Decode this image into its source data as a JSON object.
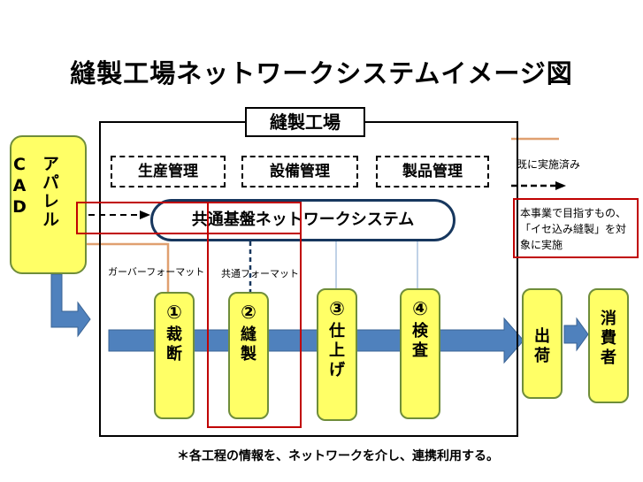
{
  "title": "縫製工場ネットワークシステムイメージ図",
  "factory": {
    "label": "縫製工場"
  },
  "management": [
    "生産管理",
    "設備管理",
    "製品管理"
  ],
  "apparel_cad": "アパレルCAD",
  "network": "共通基盤ネットワークシステム",
  "labels": {
    "gerber_format": "ガーバーフォーマット",
    "common_format": "共通フォーマット"
  },
  "steps": [
    {
      "num": "①",
      "name": "裁断"
    },
    {
      "num": "②",
      "name": "縫製"
    },
    {
      "num": "③",
      "name": "仕上げ"
    },
    {
      "num": "④",
      "name": "検査"
    }
  ],
  "shipment": "出荷",
  "consumer": "消費者",
  "legend": {
    "implemented": "既に実施済み",
    "target": "本事業で目指すもの、「イセ込み縫製」を対象に実施"
  },
  "footnote": "＊各工程の情報を、ネットワークを介し、連携利用する。",
  "colors": {
    "flow_arrow": "#4f81bd",
    "box_fill": "#ffff66",
    "orange_line": "#e0a070",
    "red": "#c00000",
    "navy": "#17375e"
  }
}
